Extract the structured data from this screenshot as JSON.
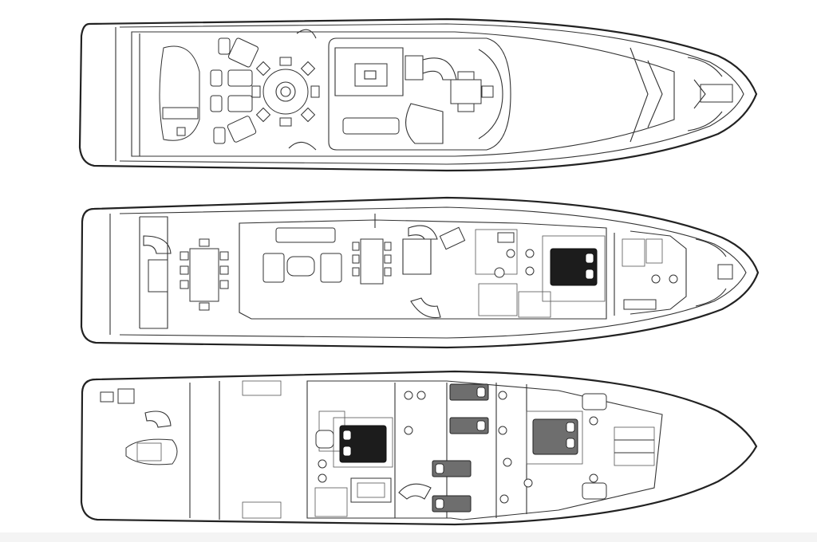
{
  "diagram": {
    "kind": "yacht deck plan",
    "decks": [
      "deck-top",
      "deck-middle",
      "deck-lower"
    ],
    "colors": {
      "line": "#222222",
      "bed_dark": "#1c1c1c",
      "bed_grey": "#6e6e6e",
      "background": "#ffffff"
    }
  }
}
